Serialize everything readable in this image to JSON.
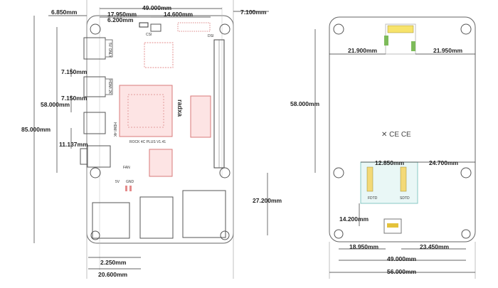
{
  "front": {
    "dims": {
      "left_margin": "6.850mm",
      "top_width": "49.000mm",
      "top_a": "17.950mm",
      "top_b": "6.200mm",
      "top_c": "14.600mm",
      "right_margin": "7.100mm",
      "usb_a": "7.150mm",
      "usb_b": "7.150mm",
      "hole_span": "58.000mm",
      "overall_height": "85.000mm",
      "fan_offset": "11.137mm",
      "bottom_right": "27.200mm",
      "bottom_a": "2.250mm",
      "bottom_b": "20.600mm"
    },
    "labels": {
      "usb_top": "5V ONLY",
      "usb_mid": "HDMI 2K",
      "hdmi": "HDMI 4K",
      "fan": "FAN",
      "power_5v": "5V",
      "power_gnd": "GND",
      "brand": "radxa",
      "model": "ROCK 4C PLUS V1.41",
      "csi": "CSI",
      "dsi": "DSI"
    }
  },
  "back": {
    "dims": {
      "left_gap": "21.900mm",
      "right_gap": "21.950mm",
      "hole_span": "58.000mm",
      "pcie_gap": "12.850mm",
      "right_edge": "24.700mm",
      "bottom_pad": "14.200mm",
      "bottom_left": "18.950mm",
      "bottom_right": "23.450mm",
      "hole_width": "49.000mm",
      "board_width": "56.000mm"
    },
    "labels": {
      "cert_mark": "✕ CE CE",
      "slot_left": "FDTD",
      "slot_right": "SDTD"
    }
  }
}
